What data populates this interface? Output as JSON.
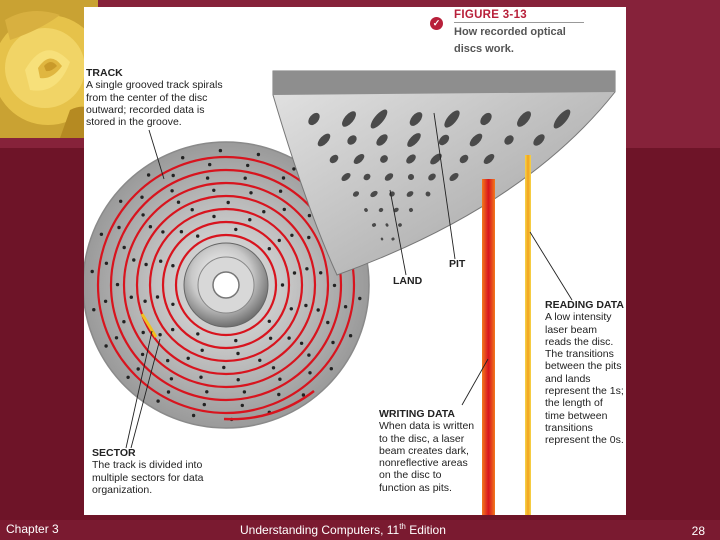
{
  "figure": {
    "title": "FIGURE 3-13",
    "subtitle": "How recorded optical discs work.",
    "badge": "✓"
  },
  "labels": {
    "track": {
      "heading": "TRACK",
      "text": "A single grooved track spirals from the center of the disc outward; recorded data is stored in the groove."
    },
    "sector": {
      "heading": "SECTOR",
      "text": "The track is divided into multiple sectors for data organization."
    },
    "reading": {
      "heading": "READING DATA",
      "text": "A low intensity laser beam reads the disc. The transitions between the pits and lands represent the 1s; the length of time between transitions represent the 0s."
    },
    "writing": {
      "heading": "WRITING DATA",
      "text": "When data is written to the disc, a laser beam creates dark, nonreflective areas on the disc to function as pits."
    },
    "pit": "PIT",
    "land": "LAND"
  },
  "footer": {
    "chapter": "Chapter 3",
    "book_prefix": "Understanding Computers, 11",
    "book_sup": "th",
    "book_suffix": " Edition",
    "page": "28"
  },
  "colors": {
    "background": "#7a1a30",
    "track_red": "#d8141e",
    "accent": "#b8203a"
  }
}
